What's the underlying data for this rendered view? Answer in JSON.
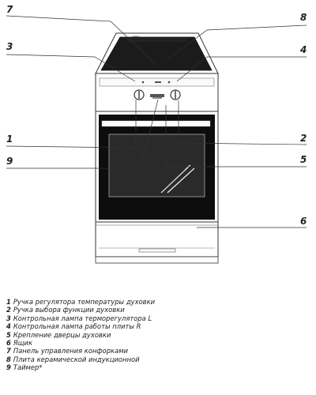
{
  "callouts": [
    "7",
    "8",
    "3",
    "4",
    "1",
    "2",
    "9",
    "5",
    "6"
  ],
  "legend": [
    {
      "num": "1",
      "text": "Ручка регулятора температуры духовки"
    },
    {
      "num": "2",
      "text": "Ручка выбора функции духовки"
    },
    {
      "num": "3",
      "text": "Контрольная лампа терморегулятора L"
    },
    {
      "num": "4",
      "text": "Контрольная лампа работы плиты  R"
    },
    {
      "num": "5",
      "text": "Крепление дверцы духовки"
    },
    {
      "num": "6",
      "text": "Ящик"
    },
    {
      "num": "7",
      "text": "Панель управления конфорками"
    },
    {
      "num": "8",
      "text": "Плита керамической индукционной"
    },
    {
      "num": "9",
      "text": "Таймер*"
    }
  ]
}
